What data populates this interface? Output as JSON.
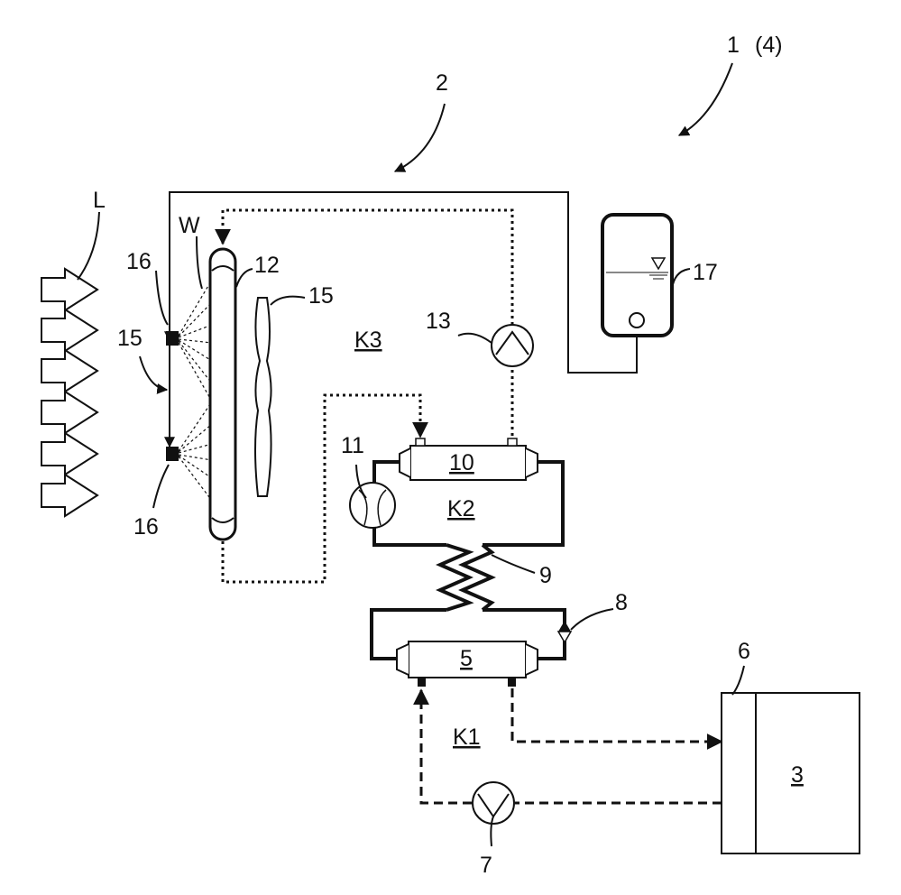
{
  "labels": {
    "system": "1",
    "system_alt": "(4)",
    "circuit": "2",
    "air": "L",
    "water": "W",
    "nozzle_top": "16",
    "nozzle_bottom": "16",
    "spray_unit": "15",
    "fan_unit": "15",
    "radiator": "12",
    "pump13": "13",
    "k3": "K3",
    "exchanger10": "10",
    "comp11": "11",
    "k2": "K2",
    "hx9": "9",
    "valve8": "8",
    "exchanger5": "5",
    "k1": "K1",
    "pump7": "7",
    "item6": "6",
    "item3": "3",
    "tank17": "17"
  }
}
